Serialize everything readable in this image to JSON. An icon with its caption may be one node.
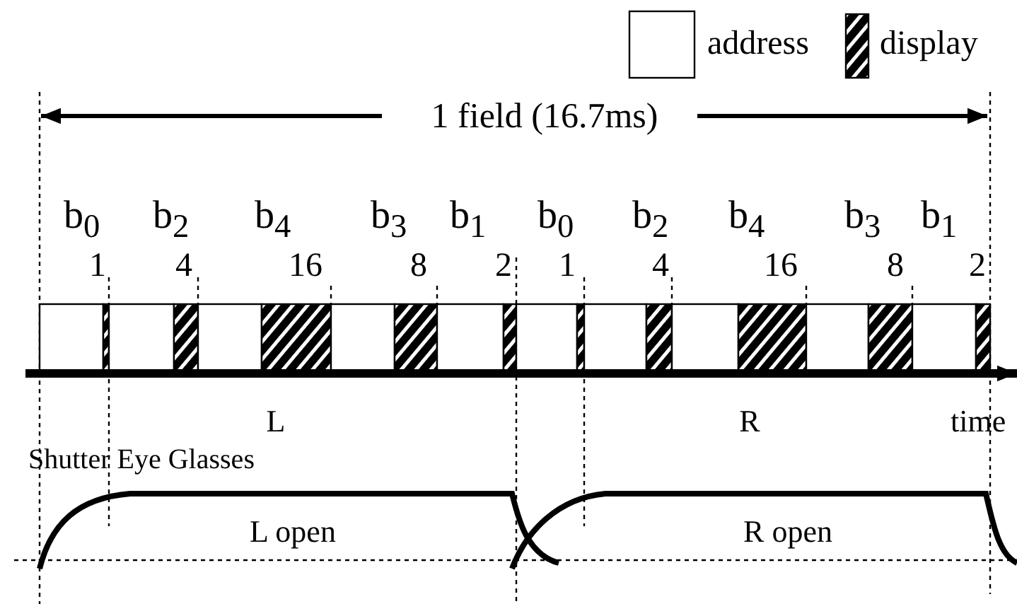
{
  "diagram": {
    "labels": [
      "1 field (16.7ms)",
      "b$_{0}$",
      "b$_{2}$",
      "b$_{4}$",
      "b$_{3}$",
      "b$_{1}$",
      "b$_{0}$",
      "b$_{2}$",
      "b$_{4}$",
      "b$_{3}$",
      "b$_{1}$",
      "1",
      "4",
      "16",
      "8",
      "2",
      "1",
      "4",
      "16",
      "8",
      "2",
      "L",
      "R",
      "time",
      "Shutter Eye Glasses",
      "L open",
      "R open"
    ],
    "legend": [
      {
        "text": "address",
        "color": "#ffffff"
      },
      {
        "text": "display"
      }
    ]
  }
}
